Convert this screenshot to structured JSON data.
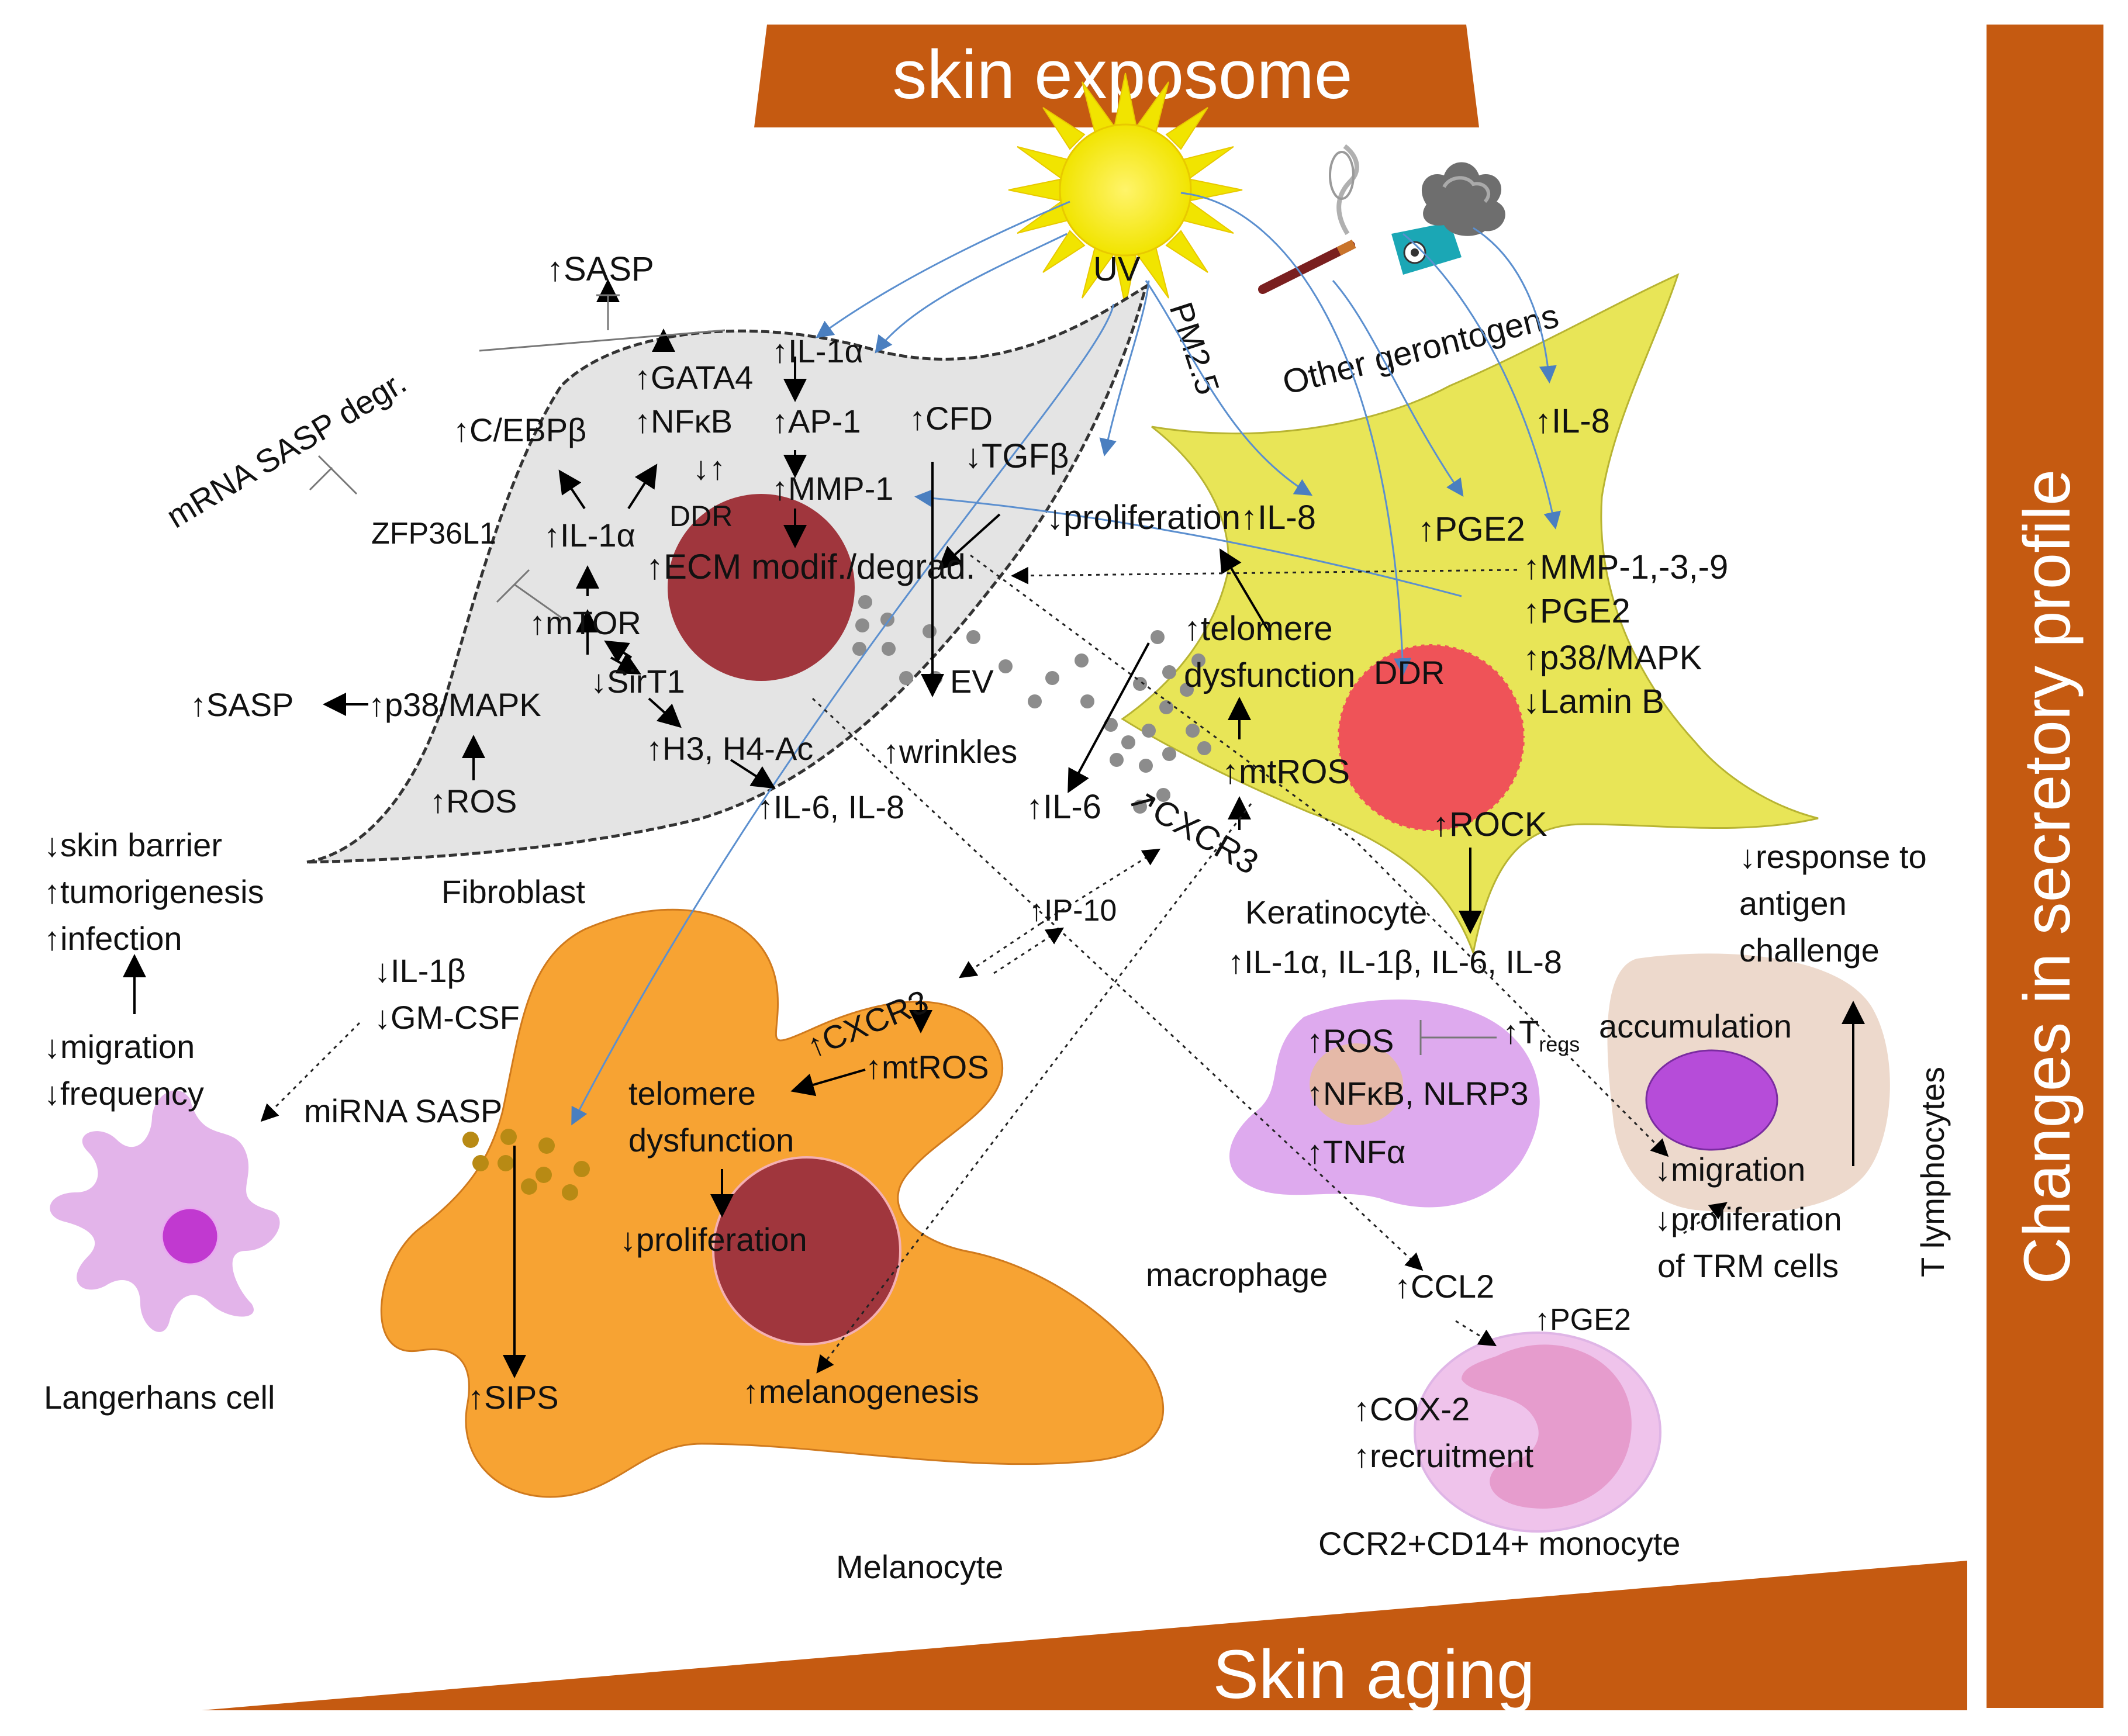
{
  "colors": {
    "banner": "#c55a11",
    "fibroblast": "#e4e4e4",
    "keratinocyte": "#e8e557",
    "melanocyte": "#f7a333",
    "nucleus_dark": "#a0363d",
    "nucleus_red": "#ef5358",
    "macrophage": "#deaaee",
    "tcell": "#edd9cc",
    "monocyte": "#efc3eb",
    "langerhans": "#e3b4ea"
  },
  "banners": {
    "top": "skin exposome",
    "right": "Changes in secretory profile",
    "bottom": "Skin aging"
  },
  "exposome": {
    "uv": "UV",
    "pm25": "PM2.5",
    "other": "Other gerontogens"
  },
  "cells": {
    "fibroblast": "Fibroblast",
    "keratinocyte": "Keratinocyte",
    "melanocyte": "Melanocyte",
    "langerhans": "Langerhans cell",
    "macrophage": "macrophage",
    "monocyte": "CCR2+CD14+ monocyte",
    "tcell": "T lymphocytes"
  },
  "fibroblast": {
    "sasp_top": "↑SASP",
    "mrna_sasp": "mRNA SASP degr.",
    "gata4": "↑GATA4",
    "il1a_top": "↑IL-1α",
    "cebpb": "↑C/EBPβ",
    "nfkb": "↑NFκB",
    "ap1": "↑AP-1",
    "cfd": "↑CFD",
    "tgfb": "↓TGFβ",
    "arrows_ud": "↓↑",
    "mmp1": "↑MMP-1",
    "zfp": "ZFP36L1",
    "il1a_mid": "↑IL-1α",
    "ddr": "DDR",
    "ecm": "↑ECM modif./degrad.",
    "mtor": "↑mTOR",
    "sirt1": "↓SirT1",
    "sasp_left": "↑SASP",
    "p38": "↑p38/MAPK",
    "ev": "EV",
    "h3": "↑H3, H4-Ac",
    "wrinkles": "↑wrinkles",
    "ros": "↑ROS",
    "il6il8": "↑IL-6, IL-8"
  },
  "keratinocyte": {
    "il8_top": "↑IL-8",
    "prolif_il8": "↓proliferation↑IL-8",
    "pge2_a": "↑PGE2",
    "mmp": "↑MMP-1,-3,-9",
    "pge2_b": "↑PGE2",
    "telomere1": "↑telomere",
    "telomere2": "dysfunction",
    "ddr": "DDR",
    "p38": "↑p38/MAPK",
    "lamin": "↓Lamin B",
    "mtros": "↑mtROS",
    "il6": "↑IL-6",
    "cxcr3": "↗CXCR3",
    "rock": "↑ROCK",
    "ilout": "↑IL-1α, IL-1β, IL-6, IL-8"
  },
  "left": {
    "barrier": "↓skin barrier",
    "tumor": "↑tumorigenesis",
    "infection": "↑infection",
    "migration": "↓migration",
    "frequency": "↓frequency",
    "il1b": "↓IL-1β",
    "gmcsf": "↓GM-CSF",
    "mirna": "miRNA SASP"
  },
  "melanocyte": {
    "ip10": "↑IP-10",
    "cxcr3": "↑CXCR3",
    "mtros": "↑mtROS",
    "telomere1": "telomere",
    "telomere2": "dysfunction",
    "prolif": "↓proliferation",
    "sips": "↑SIPS",
    "melanogenesis": "↑melanogenesis"
  },
  "immune": {
    "response1": "↓response to",
    "response2": "antigen",
    "response3": "challenge",
    "ros": "↑ROS",
    "tregs_main": "↑T",
    "tregs_sub": "regs",
    "accumulation": "accumulation",
    "nfkb": "↑NFκB, NLRP3",
    "tnfa": "↑TNFα",
    "migration": "↓migration",
    "prolif": "↓proliferation",
    "trm": "of TRM cells",
    "ccl2": "↑CCL2",
    "pge2": "↑PGE2",
    "cox2": "↑COX-2",
    "recruit": "↑recruitment"
  }
}
